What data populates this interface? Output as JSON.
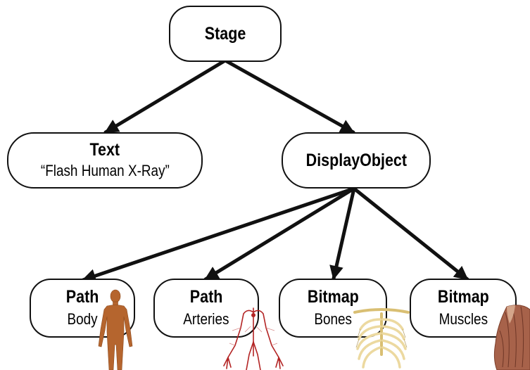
{
  "nodes": {
    "stage": {
      "title": "Stage"
    },
    "text": {
      "title": "Text",
      "subtitle": "“Flash Human X-Ray”"
    },
    "display_object": {
      "title": "DisplayObject"
    },
    "path_body": {
      "title": "Path",
      "subtitle": "Body"
    },
    "path_arteries": {
      "title": "Path",
      "subtitle": "Arteries"
    },
    "bitmap_bones": {
      "title": "Bitmap",
      "subtitle": "Bones"
    },
    "bitmap_muscles": {
      "title": "Bitmap",
      "subtitle": "Muscles"
    }
  },
  "edges": [
    {
      "from": "Stage",
      "to": "Text"
    },
    {
      "from": "Stage",
      "to": "DisplayObject"
    },
    {
      "from": "DisplayObject",
      "to": "Body"
    },
    {
      "from": "DisplayObject",
      "to": "Arteries"
    },
    {
      "from": "DisplayObject",
      "to": "Bones"
    },
    {
      "from": "DisplayObject",
      "to": "Muscles"
    }
  ],
  "colors": {
    "line": "#111111",
    "body": "#b5652e",
    "artery": "#b32424",
    "bone": "#ecd9a0",
    "muscle": "#a7624a"
  },
  "illustrations": [
    "body-silhouette-icon",
    "arteries-illustration",
    "ribcage-illustration",
    "muscle-arm-illustration"
  ]
}
